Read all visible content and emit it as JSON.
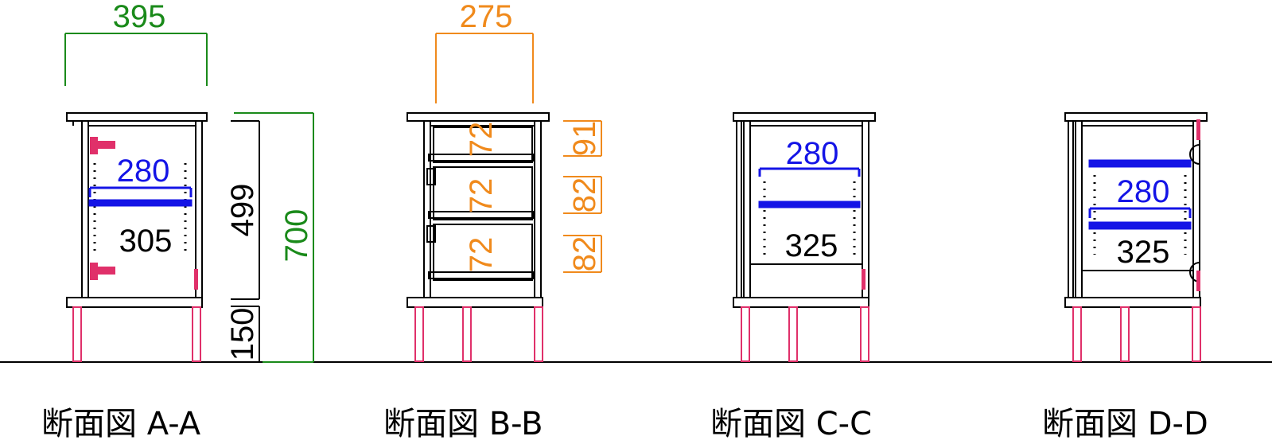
{
  "colors": {
    "green": "#1a8a1a",
    "orange": "#f08a1c",
    "blue": "#1414e6",
    "pink": "#e0306a",
    "black": "#000000"
  },
  "sections": [
    {
      "caption": "断面図 A-A",
      "dims": {
        "width": "395",
        "inner_width": "280",
        "depth": "305",
        "body_height": "499",
        "total_height": "700",
        "leg_height": "150"
      }
    },
    {
      "caption": "断面図 B-B",
      "dims": {
        "width": "275",
        "drawer_a": "72",
        "drawer_b": "72",
        "drawer_c": "72",
        "side_top": "91",
        "side_mid": "82",
        "side_bot": "82"
      }
    },
    {
      "caption": "断面図 C-C",
      "dims": {
        "inner_width": "280",
        "depth": "325"
      }
    },
    {
      "caption": "断面図 D-D",
      "dims": {
        "inner_width": "280",
        "depth": "325"
      }
    }
  ]
}
